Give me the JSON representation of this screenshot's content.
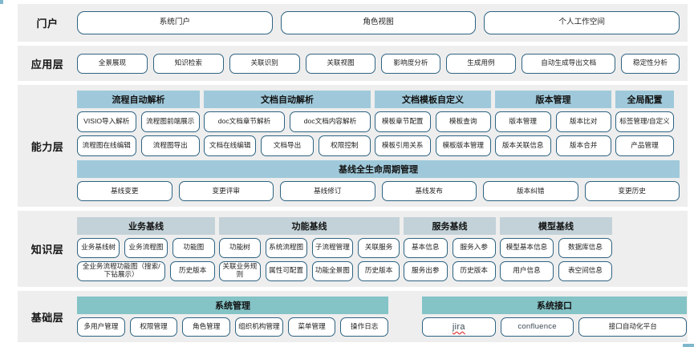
{
  "colors": {
    "band_bg": "#eeeeee",
    "pill_border": "#2e6382",
    "head_blue": "#9fc9da",
    "head_steel": "#c3d2d8",
    "head_teal": "#84c3c6",
    "page_bg": "#ffffff"
  },
  "layers": [
    {
      "id": "portal",
      "label": "门户",
      "items": [
        "系统门户",
        "角色视图",
        "个人工作空间"
      ]
    },
    {
      "id": "application",
      "label": "应用层",
      "items": [
        "全景展现",
        "知识检索",
        "关联识别",
        "关联视图",
        "影响度分析",
        "生成用例",
        "自动生成导出文档",
        "稳定性分析"
      ]
    },
    {
      "id": "capability",
      "label": "能力层",
      "groups": [
        {
          "head": "流程自动解析",
          "rows": [
            [
              "VISIO导入解析",
              "流程图前端展示"
            ],
            [
              "流程图在线编辑",
              "流程图导出"
            ]
          ]
        },
        {
          "head": "文档自动解析",
          "rows": [
            [
              "doc文档章节解析",
              "doc文档内容解析"
            ],
            [
              "文档在线编辑",
              "文档导出",
              "权限控制"
            ]
          ]
        },
        {
          "head": "文档模板自定义",
          "rows": [
            [
              "模板章节配置",
              "模板查询"
            ],
            [
              "模板引用关系",
              "模板版本管理"
            ]
          ]
        },
        {
          "head": "版本管理",
          "rows": [
            [
              "版本管理",
              "版本比对"
            ],
            [
              "版本关联信息",
              "版本合并"
            ]
          ]
        },
        {
          "head": "全局配置",
          "rows": [
            [
              "标签管理/自定义"
            ],
            [
              "产品管理"
            ]
          ]
        }
      ],
      "lifecycle": {
        "head": "基线全生命周期管理",
        "items": [
          "基线变更",
          "变更评审",
          "基线修订",
          "基线发布",
          "版本纠错",
          "变更历史"
        ]
      }
    },
    {
      "id": "knowledge",
      "label": "知识层",
      "groups": [
        {
          "head": "业务基线",
          "rows": [
            [
              "业务基线树",
              "业务流程图",
              "功能图"
            ],
            [
              "全业务流程功能图（搜索/下钻展示）",
              "历史版本"
            ]
          ]
        },
        {
          "head": "功能基线",
          "rows": [
            [
              "功能树",
              "系统流程图",
              "子流程管理",
              "关联服务"
            ],
            [
              "关联业务规则",
              "属性可配置",
              "功能全景图",
              "历史版本"
            ]
          ]
        },
        {
          "head": "服务基线",
          "rows": [
            [
              "基本信息",
              "服务入参"
            ],
            [
              "服务出参",
              "历史版本"
            ]
          ]
        },
        {
          "head": "模型基线",
          "rows": [
            [
              "模型基本信息",
              "数据库信息"
            ],
            [
              "用户信息",
              "表空间信息"
            ]
          ]
        }
      ]
    },
    {
      "id": "foundation",
      "label": "基础层",
      "groups": [
        {
          "head": "系统管理",
          "rows": [
            [
              "多用户管理",
              "权限管理",
              "角色管理",
              "组织机构管理",
              "菜单管理",
              "操作日志"
            ]
          ]
        },
        {
          "head": "系统接口",
          "rows": [
            [
              "jira",
              "confluence",
              "接口自动化平台"
            ]
          ]
        }
      ]
    }
  ]
}
